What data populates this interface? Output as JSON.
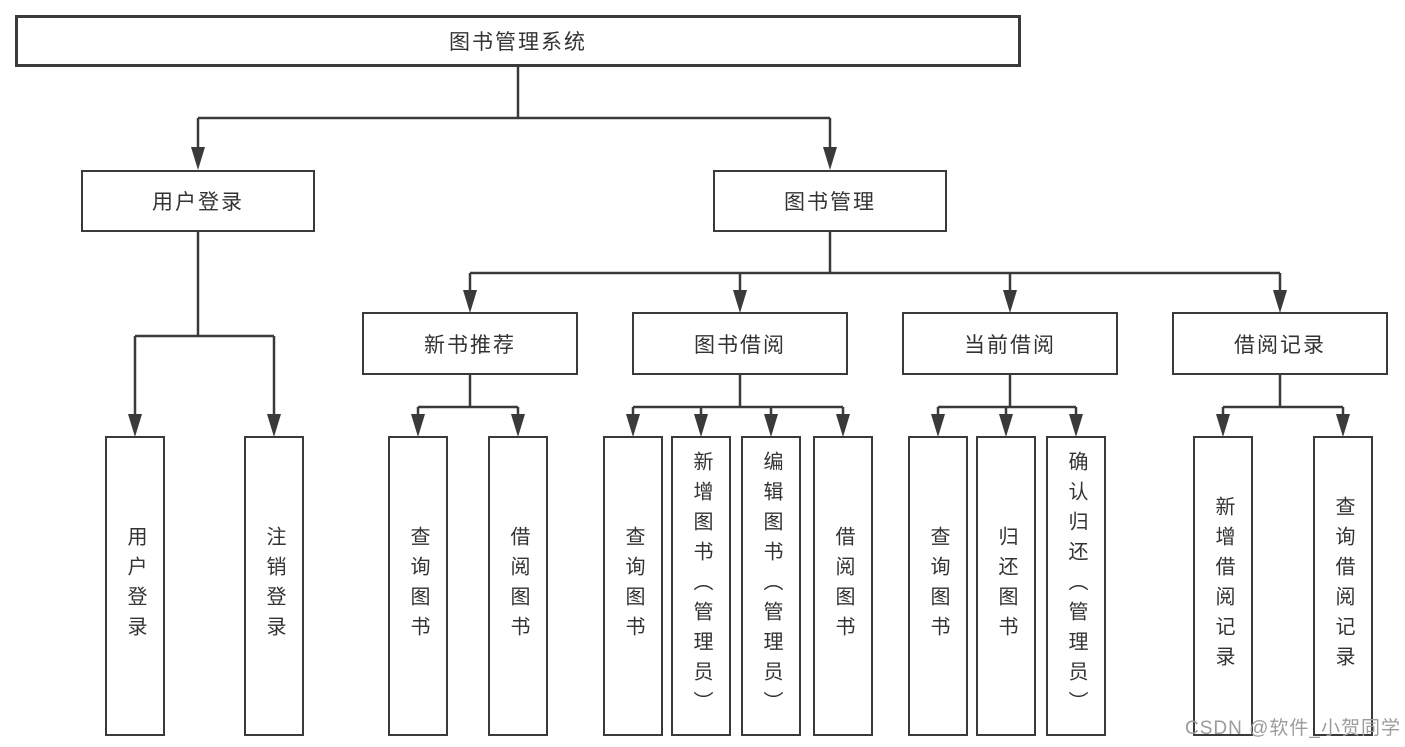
{
  "page": {
    "background": "#ffffff",
    "line_color": "#3a3a3a",
    "text_color": "#333333",
    "watermark_color": "#9c9c9c"
  },
  "diagram": {
    "type": "hierarchy-flowchart",
    "root": {
      "label": "图书管理系统"
    },
    "branches": [
      {
        "label": "用户登录",
        "children": [
          {
            "label": "用户登录"
          },
          {
            "label": "注销登录"
          }
        ]
      },
      {
        "label": "图书管理",
        "children": [
          {
            "label": "新书推荐",
            "children": [
              {
                "label": "查询图书"
              },
              {
                "label": "借阅图书"
              }
            ]
          },
          {
            "label": "图书借阅",
            "children": [
              {
                "label": "查询图书"
              },
              {
                "label": "新增图书（管理员）"
              },
              {
                "label": "编辑图书（管理员）"
              },
              {
                "label": "借阅图书"
              }
            ]
          },
          {
            "label": "当前借阅",
            "children": [
              {
                "label": "查询图书"
              },
              {
                "label": "归还图书"
              },
              {
                "label": "确认归还（管理员）"
              }
            ]
          },
          {
            "label": "借阅记录",
            "children": [
              {
                "label": "新增借阅记录"
              },
              {
                "label": "查询借阅记录"
              }
            ]
          }
        ]
      }
    ]
  },
  "watermark": {
    "text": "CSDN @软件_小贺同学"
  }
}
